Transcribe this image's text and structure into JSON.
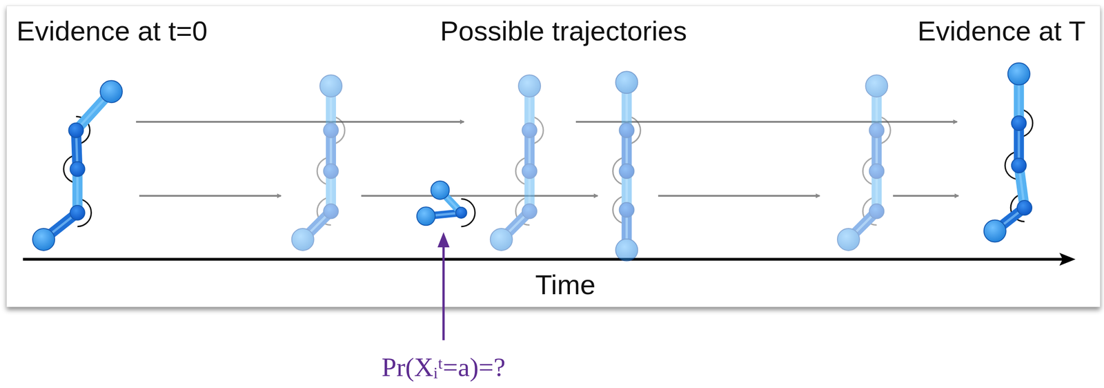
{
  "diagram": {
    "labels": [
      "Evidence at t=0",
      "Possible trajectories",
      "Evidence at T",
      "Time",
      "Pr(Xᵢᵗ=a)=?"
    ]
  }
}
